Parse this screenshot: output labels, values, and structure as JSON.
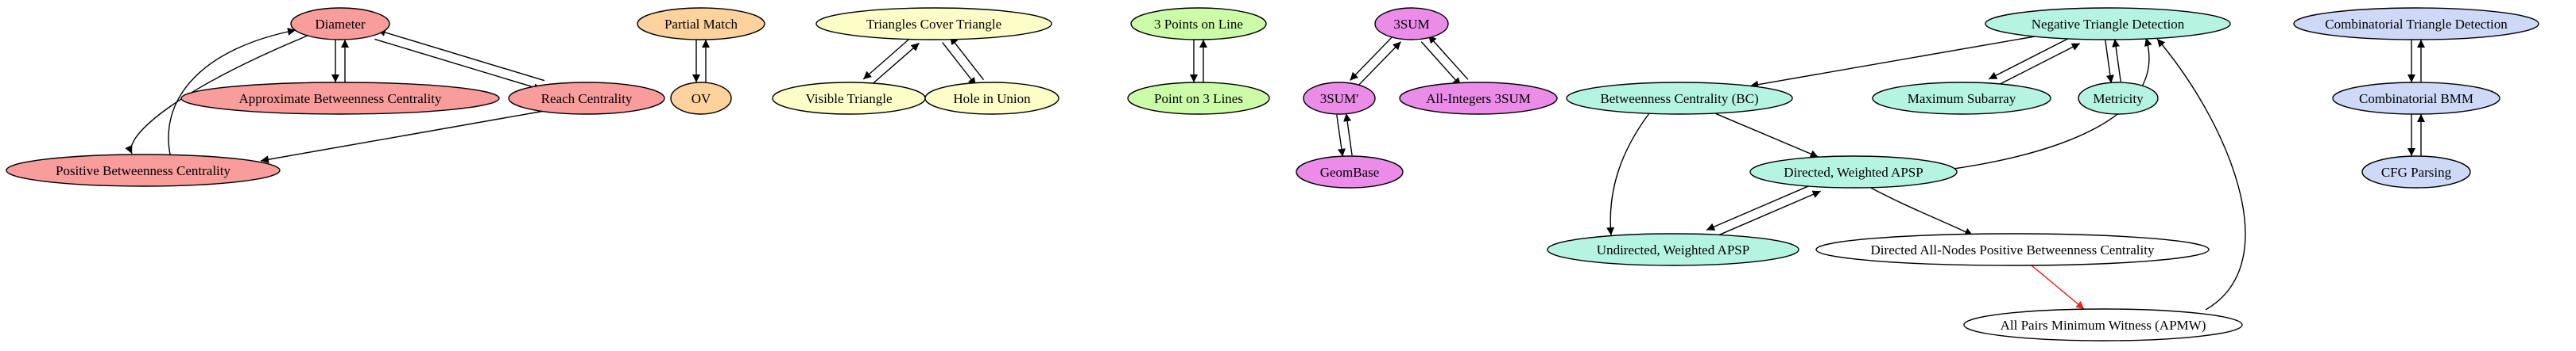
{
  "colors": {
    "red": "#f89c9c",
    "orange": "#fdd29d",
    "yellow": "#fdfdc8",
    "green": "#cdfca9",
    "magenta": "#ea8ce8",
    "teal": "#b6f4e2",
    "blue": "#cdd9f6",
    "white": "#ffffff",
    "edge": "#000000",
    "edge_highlight": "#e8201e"
  },
  "nodes": [
    {
      "id": "diameter",
      "label": "Diameter",
      "color": "red"
    },
    {
      "id": "approx_bc",
      "label": "Approximate Betweenness Centrality",
      "color": "red"
    },
    {
      "id": "reach",
      "label": "Reach Centrality",
      "color": "red"
    },
    {
      "id": "pos_bc",
      "label": "Positive Betweenness Centrality",
      "color": "red"
    },
    {
      "id": "partial_match",
      "label": "Partial Match",
      "color": "orange"
    },
    {
      "id": "ov",
      "label": "OV",
      "color": "orange"
    },
    {
      "id": "tri_cover",
      "label": "Triangles Cover Triangle",
      "color": "yellow"
    },
    {
      "id": "visible_tri",
      "label": "Visible Triangle",
      "color": "yellow"
    },
    {
      "id": "hole_union",
      "label": "Hole in Union",
      "color": "yellow"
    },
    {
      "id": "three_points",
      "label": "3 Points on Line",
      "color": "green"
    },
    {
      "id": "point_three_lines",
      "label": "Point on 3 Lines",
      "color": "green"
    },
    {
      "id": "three_sum",
      "label": "3SUM",
      "color": "magenta"
    },
    {
      "id": "three_sum_prime",
      "label": "3SUM'",
      "color": "magenta"
    },
    {
      "id": "all_int_3sum",
      "label": "All-Integers 3SUM",
      "color": "magenta"
    },
    {
      "id": "geombase",
      "label": "GeomBase",
      "color": "magenta"
    },
    {
      "id": "neg_tri",
      "label": "Negative Triangle Detection",
      "color": "teal"
    },
    {
      "id": "bc",
      "label": "Betweenness Centrality (BC)",
      "color": "teal"
    },
    {
      "id": "max_subarray",
      "label": "Maximum Subarray",
      "color": "teal"
    },
    {
      "id": "metricity",
      "label": "Metricity",
      "color": "teal"
    },
    {
      "id": "dir_apsp",
      "label": "Directed, Weighted APSP",
      "color": "teal"
    },
    {
      "id": "undir_apsp",
      "label": "Undirected, Weighted APSP",
      "color": "teal"
    },
    {
      "id": "dir_all_pos_bc",
      "label": "Directed All-Nodes Positive Betweenness Centrality",
      "color": "white"
    },
    {
      "id": "apmw",
      "label": "All Pairs Minimum Witness (APMW)",
      "color": "white"
    },
    {
      "id": "comb_tri",
      "label": "Combinatorial Triangle Detection",
      "color": "blue"
    },
    {
      "id": "comb_bmm",
      "label": "Combinatorial BMM",
      "color": "blue"
    },
    {
      "id": "cfg",
      "label": "CFG Parsing",
      "color": "blue"
    }
  ],
  "edges": [
    {
      "from": "diameter",
      "to": "approx_bc"
    },
    {
      "from": "approx_bc",
      "to": "diameter"
    },
    {
      "from": "diameter",
      "to": "reach"
    },
    {
      "from": "reach",
      "to": "diameter"
    },
    {
      "from": "diameter",
      "to": "pos_bc"
    },
    {
      "from": "pos_bc",
      "to": "diameter"
    },
    {
      "from": "reach",
      "to": "pos_bc"
    },
    {
      "from": "partial_match",
      "to": "ov"
    },
    {
      "from": "ov",
      "to": "partial_match"
    },
    {
      "from": "tri_cover",
      "to": "visible_tri"
    },
    {
      "from": "visible_tri",
      "to": "tri_cover"
    },
    {
      "from": "tri_cover",
      "to": "hole_union"
    },
    {
      "from": "hole_union",
      "to": "tri_cover"
    },
    {
      "from": "three_points",
      "to": "point_three_lines"
    },
    {
      "from": "point_three_lines",
      "to": "three_points"
    },
    {
      "from": "three_sum",
      "to": "three_sum_prime"
    },
    {
      "from": "three_sum_prime",
      "to": "three_sum"
    },
    {
      "from": "three_sum",
      "to": "all_int_3sum"
    },
    {
      "from": "all_int_3sum",
      "to": "three_sum"
    },
    {
      "from": "three_sum_prime",
      "to": "geombase"
    },
    {
      "from": "geombase",
      "to": "three_sum_prime"
    },
    {
      "from": "neg_tri",
      "to": "bc"
    },
    {
      "from": "neg_tri",
      "to": "max_subarray"
    },
    {
      "from": "max_subarray",
      "to": "neg_tri"
    },
    {
      "from": "neg_tri",
      "to": "metricity"
    },
    {
      "from": "metricity",
      "to": "neg_tri"
    },
    {
      "from": "dir_apsp",
      "to": "neg_tri"
    },
    {
      "from": "bc",
      "to": "dir_apsp"
    },
    {
      "from": "bc",
      "to": "undir_apsp"
    },
    {
      "from": "dir_apsp",
      "to": "undir_apsp"
    },
    {
      "from": "undir_apsp",
      "to": "dir_apsp"
    },
    {
      "from": "dir_apsp",
      "to": "dir_all_pos_bc"
    },
    {
      "from": "dir_all_pos_bc",
      "to": "apmw",
      "highlight": true
    },
    {
      "from": "apmw",
      "to": "neg_tri"
    },
    {
      "from": "comb_tri",
      "to": "comb_bmm"
    },
    {
      "from": "comb_bmm",
      "to": "comb_tri"
    },
    {
      "from": "comb_bmm",
      "to": "cfg"
    },
    {
      "from": "cfg",
      "to": "comb_bmm"
    }
  ]
}
